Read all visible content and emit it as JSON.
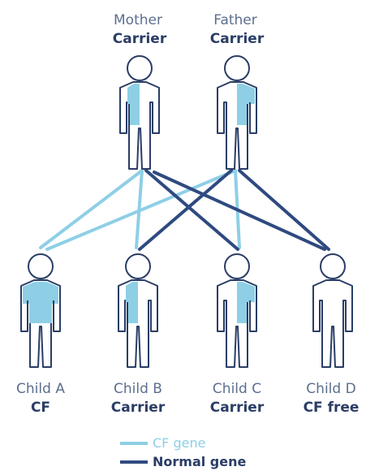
{
  "parents": [
    {
      "role": "Mother",
      "status": "Carrier",
      "fill": "carrier-left"
    },
    {
      "role": "Father",
      "status": "Carrier",
      "fill": "carrier-right"
    }
  ],
  "children": [
    {
      "role": "Child A",
      "status": "CF",
      "fill": "affected"
    },
    {
      "role": "Child B",
      "status": "Carrier",
      "fill": "carrier-left"
    },
    {
      "role": "Child C",
      "status": "Carrier",
      "fill": "carrier-right"
    },
    {
      "role": "Child D",
      "status": "CF free",
      "fill": "none"
    }
  ],
  "legend": {
    "cf_gene": "CF gene",
    "normal_gene": "Normal gene"
  },
  "colors": {
    "cf_gene": "#8ecfe6",
    "normal_gene": "#2f4a80",
    "outline": "#2a3d66",
    "body_fill": "#ffffff"
  }
}
